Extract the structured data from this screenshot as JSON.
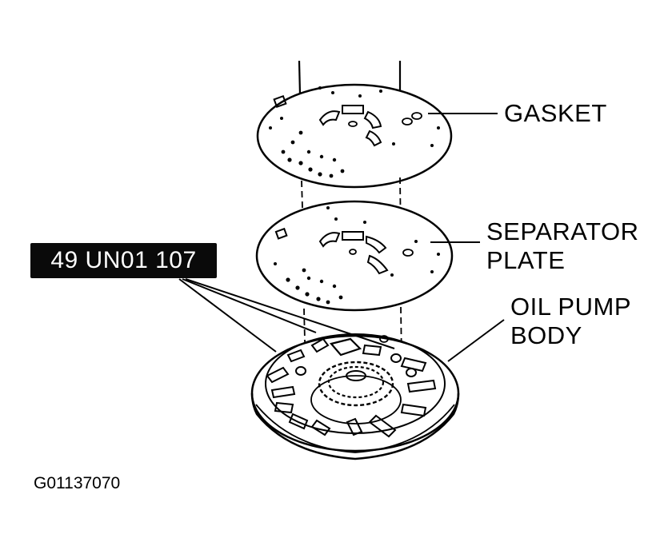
{
  "diagram": {
    "labels": {
      "gasket": "GASKET",
      "separator_line1": "SEPARATOR",
      "separator_line2": "PLATE",
      "pump_line1": "OIL PUMP",
      "pump_line2": "BODY"
    },
    "tool_number": "49 UN01 107",
    "figure_id": "G01137070",
    "colors": {
      "ink": "#000000",
      "paper": "#ffffff",
      "box": "#0a0a0a"
    }
  }
}
